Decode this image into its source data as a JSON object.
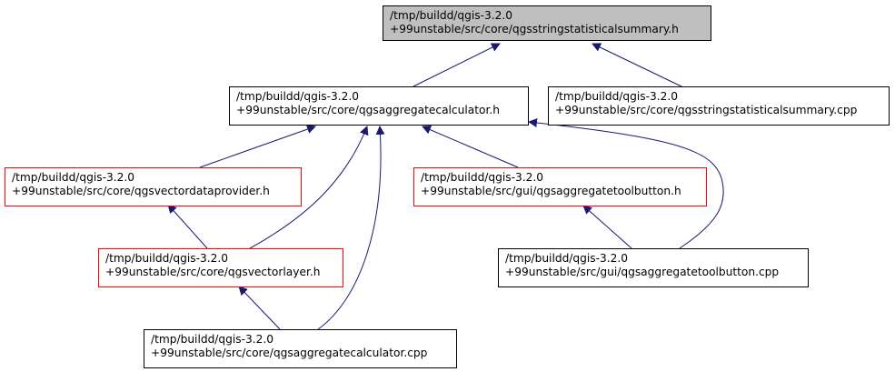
{
  "graph": {
    "edge_color": "#191970",
    "root": {
      "line1": "/tmp/buildd/qgis-3.2.0",
      "line2": "+99unstable/src/core/qgsstringstatisticalsummary.h"
    },
    "nodes": {
      "aggcalc_h": {
        "line1": "/tmp/buildd/qgis-3.2.0",
        "line2": "+99unstable/src/core/qgsaggregatecalculator.h"
      },
      "strstat_cpp": {
        "line1": "/tmp/buildd/qgis-3.2.0",
        "line2": "+99unstable/src/core/qgsstringstatisticalsummary.cpp"
      },
      "vecdataprov_h": {
        "line1": "/tmp/buildd/qgis-3.2.0",
        "line2": "+99unstable/src/core/qgsvectordataprovider.h"
      },
      "aggtoolbtn_h": {
        "line1": "/tmp/buildd/qgis-3.2.0",
        "line2": "+99unstable/src/gui/qgsaggregatetoolbutton.h"
      },
      "veclayer_h": {
        "line1": "/tmp/buildd/qgis-3.2.0",
        "line2": "+99unstable/src/core/qgsvectorlayer.h"
      },
      "aggtoolbtn_cpp": {
        "line1": "/tmp/buildd/qgis-3.2.0",
        "line2": "+99unstable/src/gui/qgsaggregatetoolbutton.cpp"
      },
      "aggcalc_cpp": {
        "line1": "/tmp/buildd/qgis-3.2.0",
        "line2": "+99unstable/src/core/qgsaggregatecalculator.cpp"
      }
    }
  }
}
